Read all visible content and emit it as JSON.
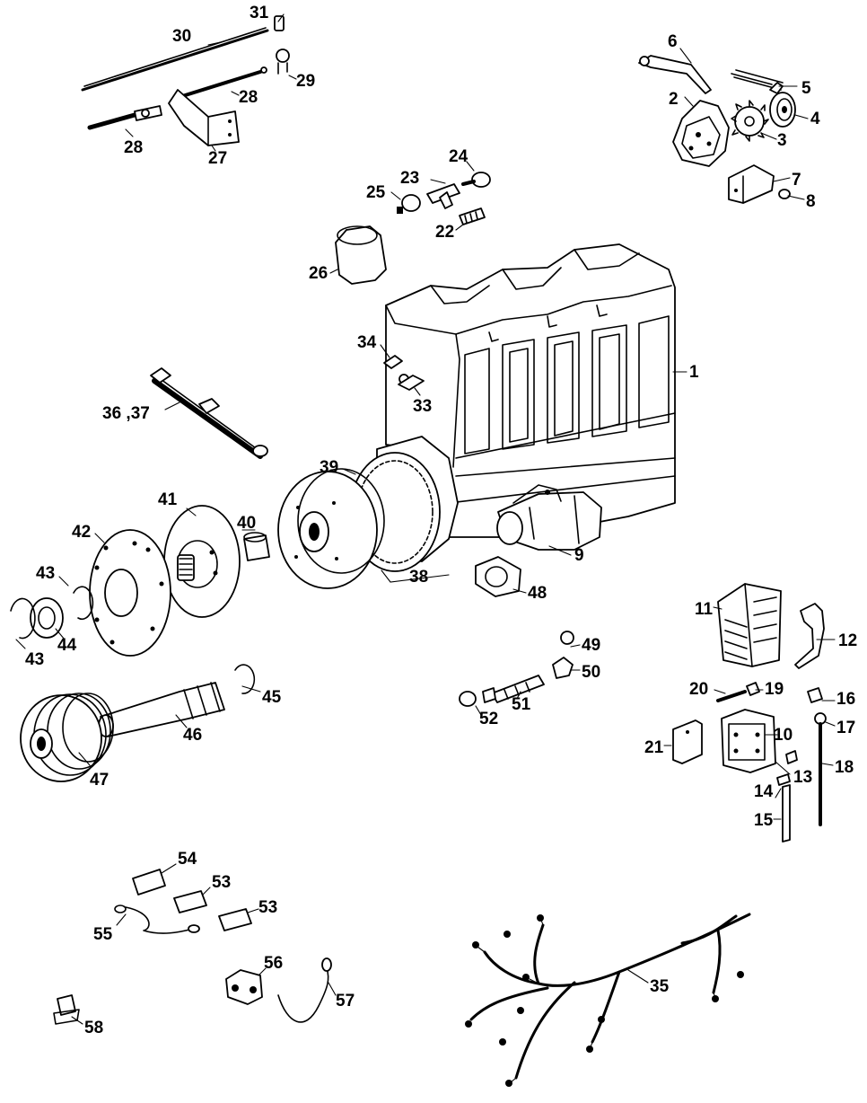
{
  "labels": {
    "l1": "1",
    "l2": "2",
    "l3": "3",
    "l4": "4",
    "l5": "5",
    "l6": "6",
    "l7": "7",
    "l8": "8",
    "l9": "9",
    "l10": "10",
    "l11": "11",
    "l12": "12",
    "l13": "13",
    "l14": "14",
    "l15": "15",
    "l16": "16",
    "l17": "17",
    "l18": "18",
    "l19": "19",
    "l20": "20",
    "l21": "21",
    "l22": "22",
    "l23": "23",
    "l24": "24",
    "l25": "25",
    "l26": "26",
    "l27": "27",
    "l28a": "28",
    "l28b": "28",
    "l29": "29",
    "l30": "30",
    "l31": "31",
    "l33": "33",
    "l34": "34",
    "l35": "35",
    "l36": "36 ,37",
    "l38": "38",
    "l39": "39",
    "l40": "40",
    "l41": "41",
    "l42": "42",
    "l43a": "43",
    "l43b": "43",
    "l44": "44",
    "l45": "45",
    "l46": "46",
    "l47": "47",
    "l48": "48",
    "l49": "49",
    "l50": "50",
    "l51": "51",
    "l52": "52",
    "l53a": "53",
    "l53b": "53",
    "l54": "54",
    "l55": "55",
    "l56": "56",
    "l57": "57",
    "l58": "58"
  }
}
